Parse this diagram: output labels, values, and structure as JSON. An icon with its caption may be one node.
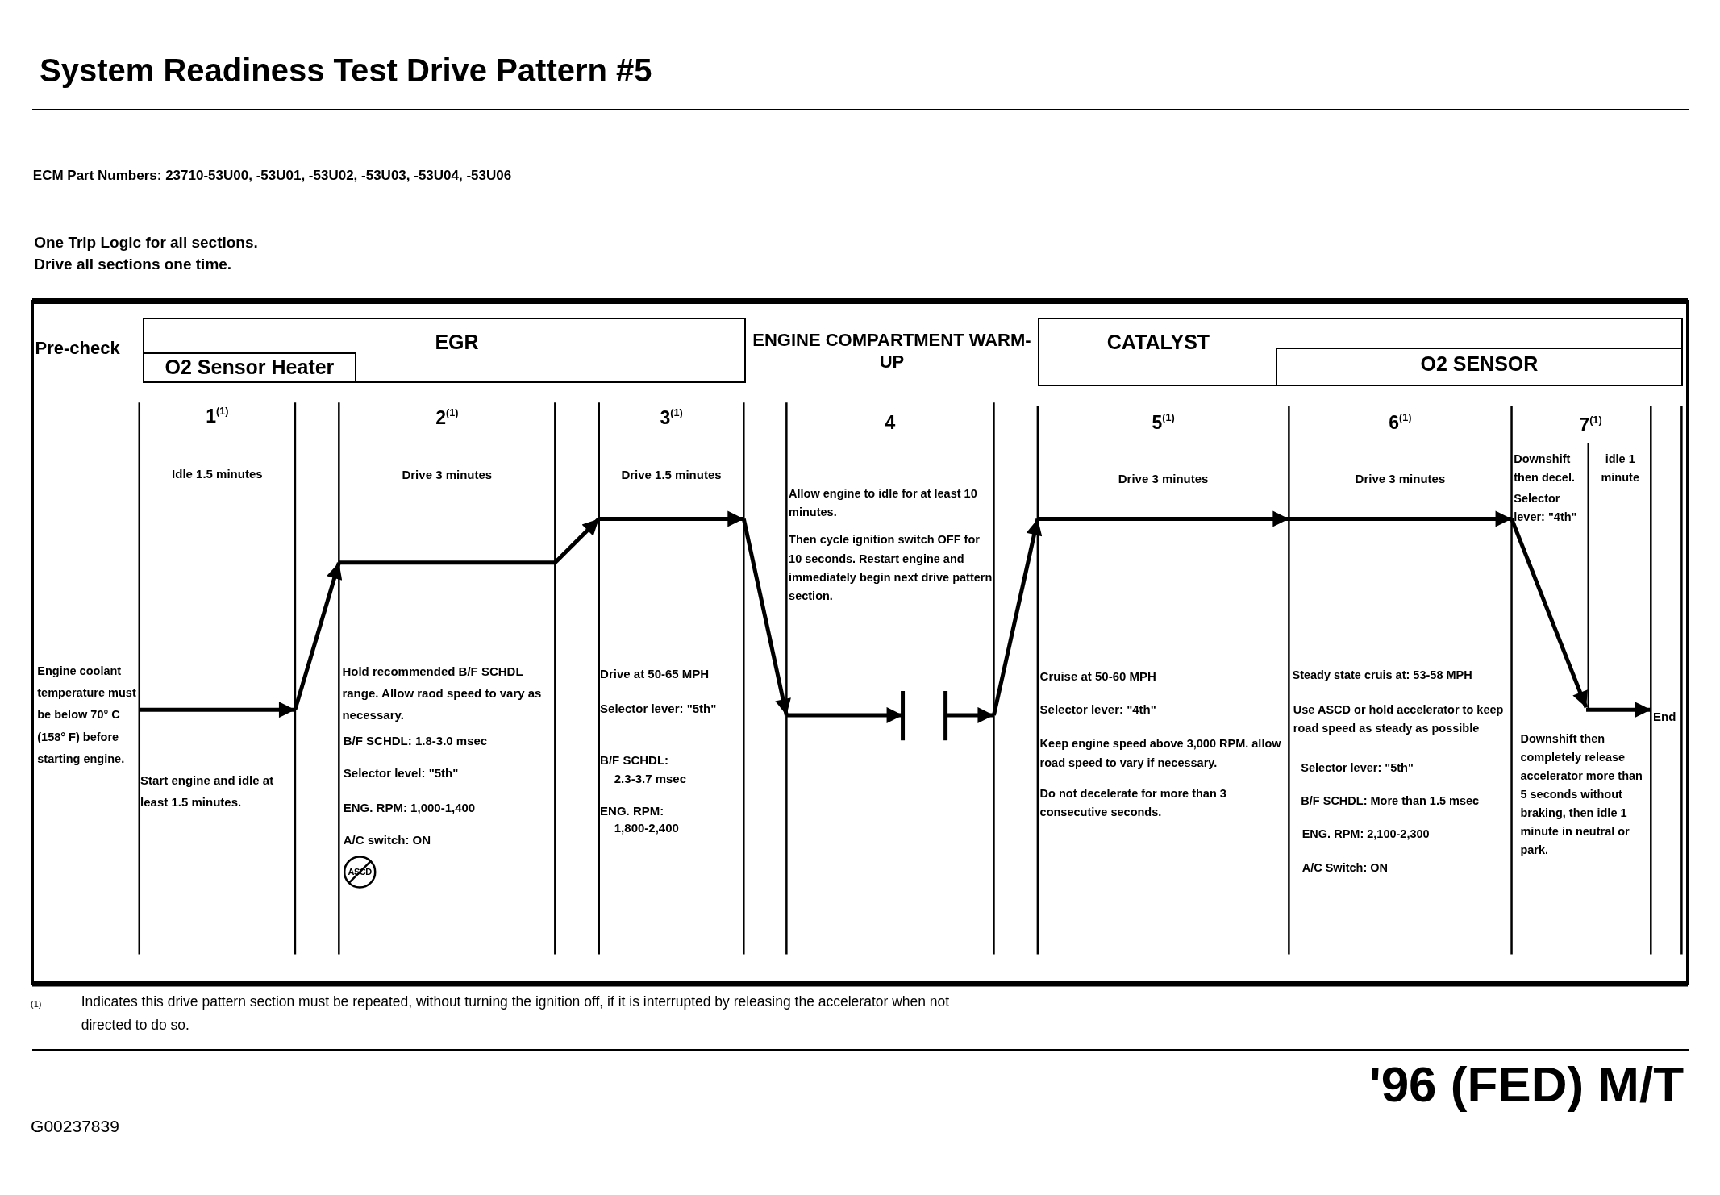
{
  "diagram": {
    "title": "System Readiness Test Drive Pattern #5",
    "nodes": [
      {
        "text": [
          "EGR"
        ]
      },
      {
        "text": [
          "O2 Sensor Heater"
        ],
        "in": 0
      },
      {
        "text": [
          "CATALYST"
        ]
      },
      {
        "text": [
          "O2 SENSOR"
        ],
        "in": 2
      }
    ],
    "labels": [
      "ECM Part Numbers: 23710-53U00, -53U01, -53U02, -53U03, -53U04, -53U06",
      "One Trip Logic for all sections.",
      "Drive all sections one time.",
      "Pre-check",
      "ENGINE COMPARTMENT WARM-UP",
      "1$^{(1)}$",
      "Idle 1.5 minutes",
      "2$^{(1)}$",
      "Drive 3 minutes",
      "3$^{(1)}$",
      "Drive 1.5 minutes",
      "4",
      "Allow engine to idle for at least 10 minutes.",
      "Then cycle ignition switch OFF for 10 seconds. Restart engine and immediately begin next drive pattern section.",
      "5$^{(1)}$",
      "Drive 3 minutes",
      "6$^{(1)}$",
      "Drive 3 minutes",
      "7$^{(1)}$",
      "Downshift then decel.",
      "idle 1 minute",
      "Selector lever: \"4th\"",
      "Engine coolant temperature must be below 70° C (158° F) before starting engine.",
      "Start engine and idle at least 1.5 minutes.",
      "Hold recommended B/F SCHDL range. Allow raod speed to vary as necessary.",
      "B/F SCHDL: 1.8-3.0 msec",
      "Selector level: \"5th\"",
      "ENG. RPM: 1,000-1,400",
      "A/C switch: ON",
      "ASCD",
      "Drive at 50-65 MPH",
      "Selector lever: \"5th\"",
      "B/F SCHDL:",
      "2.3-3.7 msec",
      "ENG. RPM:",
      "1,800-2,400",
      "Cruise at 50-60 MPH",
      "Selector lever: \"4th\"",
      "Keep engine speed above 3,000 RPM. allow road speed to vary if necessary.",
      "Do not decelerate for more than 3 consecutive seconds.",
      "Steady state cruis at: 53-58 MPH",
      "Use ASCD or hold accelerator to keep road speed as steady as possible",
      "Selector lever: \"5th\"",
      "B/F SCHDL: More than 1.5 msec",
      "ENG. RPM: 2,100-2,300",
      "A/C Switch: ON",
      "End",
      "Downshift then completely release accelerator more than 5 seconds without braking, then idle 1 minute in neutral or park.",
      "(1)",
      "Indicates this drive pattern section must be repeated, without turning the ignition off, if it is interrupted by releasing the accelerator when not directed to do so.",
      "'96 (FED) M/T",
      "G00237839"
    ]
  }
}
